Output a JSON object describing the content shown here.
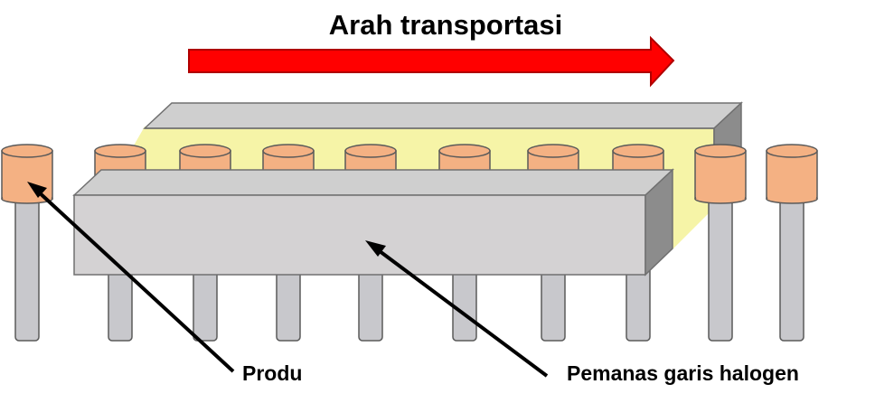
{
  "title": "Arah transportasi",
  "labels": {
    "product": "Produ",
    "heater": "Pemanas garis halogen"
  },
  "icons": {
    "direction": "right-arrow"
  },
  "colors": {
    "arrow": "#ff0000",
    "heater_face": "#d4d2d3",
    "heater_top": "#cfcfcf",
    "heater_side": "#8c8c8c",
    "glow": "#f3f08a",
    "product": "#f4b183",
    "roller": "#c8c8cc"
  }
}
